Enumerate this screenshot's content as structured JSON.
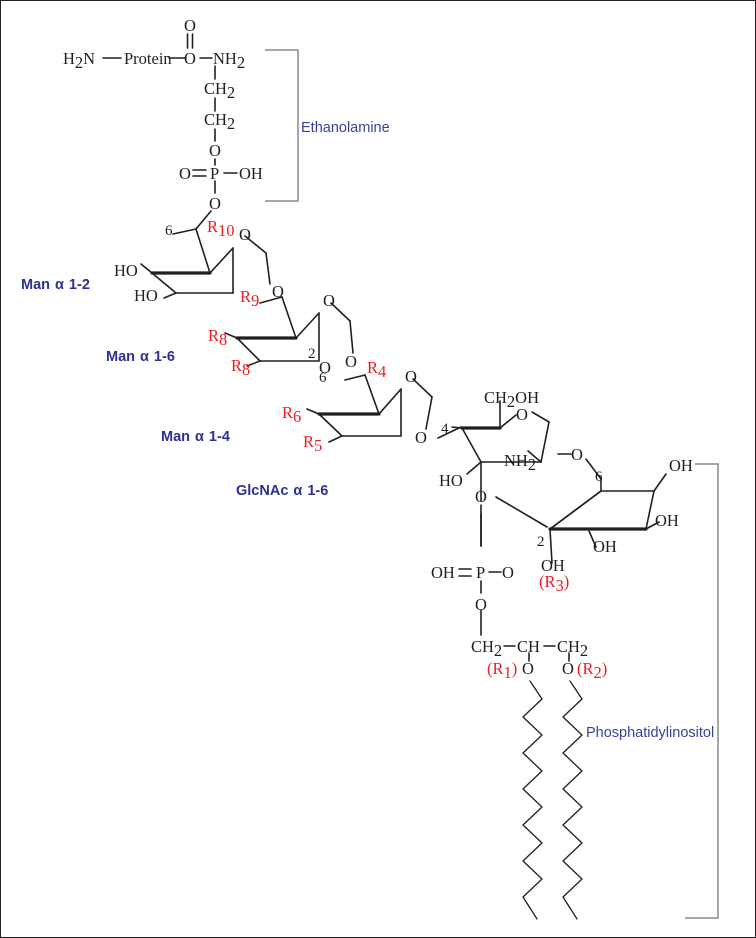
{
  "figure": {
    "type": "chemical-structure-diagram",
    "subject": "GPI anchor (glycosylphosphatidylinositol) structure",
    "colors": {
      "bond": "#231f20",
      "r_group": "#ed1c24",
      "annotation": "#2e3192",
      "bracket": "#8a8a8e",
      "frame": "#231f20",
      "background": "#ffffff"
    }
  },
  "annotations": {
    "ethanolamine": "Ethanolamine",
    "man_a_1_2": "Man",
    "man_a_1_2_link": "1-2",
    "man_a_1_6": "Man",
    "man_a_1_6_link": "1-6",
    "man_a_1_4": "Man",
    "man_a_1_4_link": "1-4",
    "glcnac_a_1_6": "GlcNAc",
    "glcnac_a_1_6_link": "1-6",
    "phosphatidylinositol": "Phosphatidylinositol",
    "alpha": "α"
  },
  "protein_head": {
    "h2n": "H",
    "h2n_sub": "2",
    "h2n_rest": "N",
    "protein": "Protein",
    "carbonyl_o": "O",
    "ester_o": "O",
    "nh2": "NH",
    "nh2_sub": "2",
    "ch2_a": "CH",
    "ch2_a_sub": "2",
    "ch2_b": "CH",
    "ch2_b_sub": "2",
    "o_link": "O",
    "phos_o_double": "O",
    "phos_p": "P",
    "phos_oh": "OH",
    "phos_o_down": "O"
  },
  "mannose_1": {
    "label_6": "6",
    "r10": "R",
    "r10_sub": "10",
    "ring_o": "O",
    "ho_a": "HO",
    "ho_b": "HO",
    "glyco_o": "O"
  },
  "mannose_2": {
    "r9": "R",
    "r9_sub": "9",
    "ring_o": "O",
    "r8_a": "R",
    "r8_a_sub": "8",
    "r8_b": "R",
    "r8_b_sub": "8",
    "label_2": "2",
    "glyco_o": "O"
  },
  "mannose_3": {
    "label_6": "6",
    "r4": "R",
    "r4_sub": "4",
    "ring_o": "O",
    "r6": "R",
    "r6_sub": "6",
    "r5": "R",
    "r5_sub": "5",
    "glyco_o": "O"
  },
  "glucosamine": {
    "label_4": "4",
    "ch2oh": "CH",
    "ch2oh_sub": "2",
    "ch2oh_rest": "OH",
    "ring_o": "O",
    "ho": "HO",
    "nh2": "NH",
    "nh2_sub": "2",
    "glyco_o": "O"
  },
  "inositol": {
    "label_6": "6",
    "label_2": "2",
    "oh_top": "OH",
    "oh_right": "OH",
    "oh_mid": "OH",
    "oh_bottom": "OH",
    "r3": "(R",
    "r3_sub": "3",
    "r3_close": ")",
    "o_left": "O"
  },
  "phosphate_lipid": {
    "oh": "OH",
    "p": "P",
    "o_right": "O",
    "o_top": "O",
    "o_bottom": "O",
    "ch2_left": "CH",
    "ch2_left_sub": "2",
    "ch_mid": "CH",
    "ch2_right": "CH",
    "ch2_right_sub": "2",
    "o_r1": "O",
    "o_r2": "O",
    "r1": "(R",
    "r1_sub": "1",
    "r1_close": ")",
    "r2": "(R",
    "r2_sub": "2",
    "r2_close": ")"
  }
}
